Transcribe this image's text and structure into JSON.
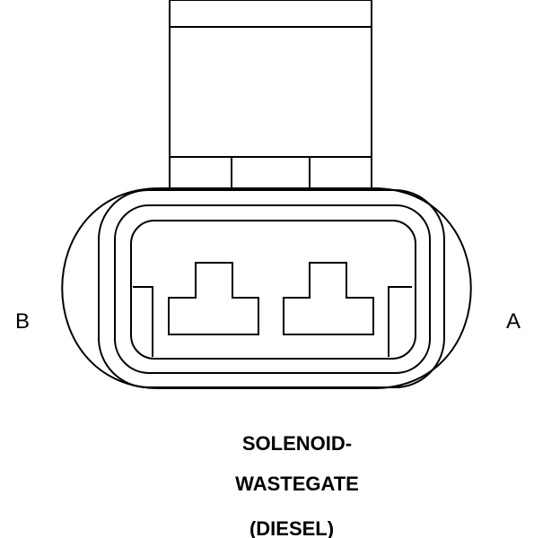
{
  "connector": {
    "pin_left_label": "B",
    "pin_right_label": "A"
  },
  "caption": {
    "line1": "SOLENOID-",
    "line2": "WASTEGATE",
    "line3": "(DIESEL)"
  },
  "colors": {
    "stroke": "#000000",
    "background": "#ffffff"
  }
}
